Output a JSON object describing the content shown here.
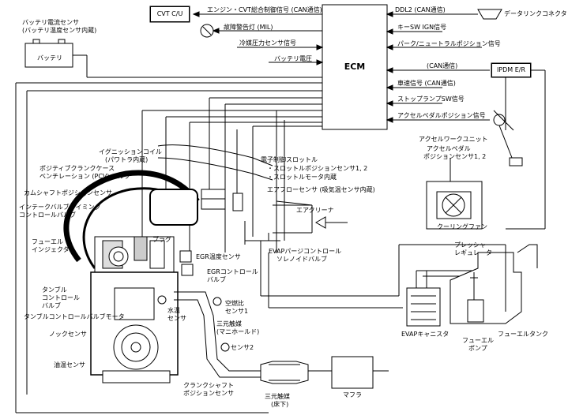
{
  "labels": {
    "cvt_cu": "CVT C/U",
    "ecm": "ECM",
    "ipdm": "IPDM E/R",
    "battery": "バッテリ",
    "battery_sensor_1": "バッテリ電流センサ",
    "battery_sensor_2": "(バッテリ温度センサ内蔵)",
    "sig_cvt": "エンジン・CVT総合制御信号 (CAN通信)",
    "sig_mil": "故障警告灯 (MIL)",
    "sig_refrig": "冷媒圧力センサ信号",
    "sig_battv": "バッテリ電圧",
    "sig_ddl2": "DDL2 (CAN通信)",
    "data_link": "データリンクコネクタ",
    "sig_keysw": "キーSW IGN信号",
    "sig_park": "パーク/ニュートラルポジション信号",
    "sig_can": "(CAN通信)",
    "sig_speed": "車速信号 (CAN通信)",
    "sig_stop": "ストップランプSW信号",
    "sig_accel": "アクセルペダルポジション信号",
    "accel_unit": "アクセルワークユニット",
    "accel_sensor_1": "アクセルペダル",
    "accel_sensor_2": "ポジションセンサ1, 2",
    "throttle_1": "電子制御スロットル",
    "throttle_2": "・スロットルポジションセンサ1, 2",
    "throttle_3": "・スロットルモータ内蔵",
    "airflow": "エアフローセンサ (吸気温センサ内蔵)",
    "air_cleaner": "エアクリーナ",
    "cooling_fan": "クーリングファン",
    "ignition_1": "イグニッションコイル",
    "ignition_2": "(パワトラ内蔵)",
    "pcv_1": "ポジティブクランクケース",
    "pcv_2": "ベンチレーション (PCV) バルブ",
    "camshaft": "カムシャフトポジションセンサ",
    "ivt_1": "インテークバルブタイミング",
    "ivt_2": "コントロールバルブ",
    "injector_1": "フューエル",
    "injector_2": "インジェクタ",
    "tumble_1": "タンブル",
    "tumble_2": "コントロール",
    "tumble_3": "バルブ",
    "tumble_motor": "タンブルコントロールバルブモータ",
    "knock": "ノックセンサ",
    "oil_temp": "油温センサ",
    "plug": "プラグ",
    "egr_temp": "EGR温度センサ",
    "egr_valve_1": "EGRコントロール",
    "egr_valve_2": "バルブ",
    "water_temp_1": "水温",
    "water_temp_2": "センサ",
    "af_1": "空燃比",
    "af_2": "センサ1",
    "cat_mani_1": "三元触媒",
    "cat_mani_2": "(マニホールド)",
    "o2_2": "センサ2",
    "crank_1": "クランクシャフト",
    "crank_2": "ポジションセンサ",
    "cat_floor_1": "三元触媒",
    "cat_floor_2": "(床下)",
    "muffler": "マフラ",
    "evap_purge_1": "EVAPパージコントロール",
    "evap_purge_2": "ソレノイドバルブ",
    "evap_canister": "EVAPキャニスタ",
    "pressure_reg_1": "プレッシャ",
    "pressure_reg_2": "レギュレータ",
    "fuel_pump_1": "フューエル",
    "fuel_pump_2": "ポンプ",
    "fuel_tank": "フューエルタンク"
  },
  "icons": [
    "battery-icon",
    "mil-lamp-icon",
    "fan-icon",
    "engine-icon",
    "pedal-icon"
  ]
}
